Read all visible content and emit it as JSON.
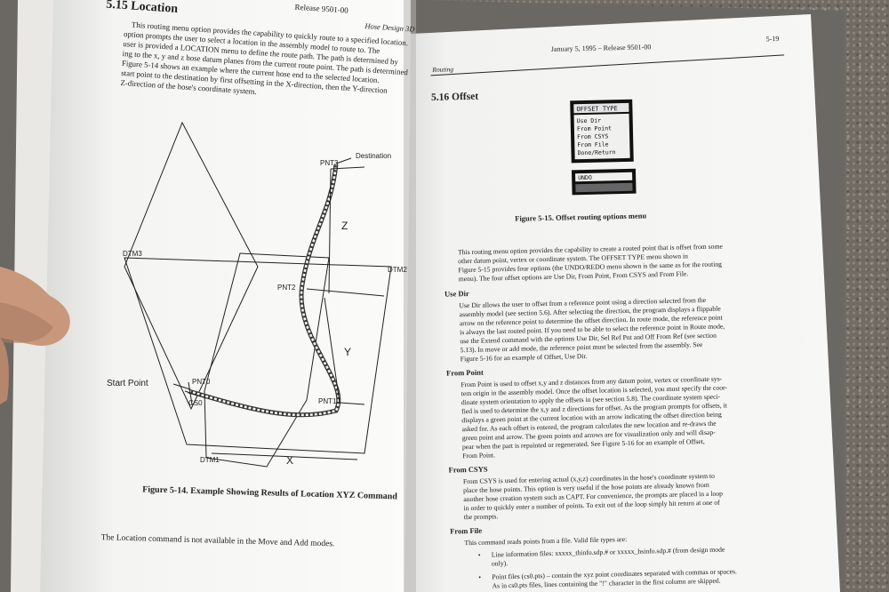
{
  "left_page": {
    "header_release": "Release 9501-00",
    "header_title": "Hose Design 3D",
    "section_title": "5.15 Location",
    "intro": [
      "This routing menu option provides the capability to quickly route to a specified location.",
      "option prompts the user to select a location in the assembly model to route to. The",
      "user is provided a LOCATION menu to define the route path. The path is determined by",
      "ing to the x, y and z hose datum planes from the current route point. The path is determined",
      "Figure 5-14 shows an example where the current hose end to the selected location.",
      "start point to the destination by first offsetting in the X-direction, then the Y-direction",
      "Z-direction of the hose's coordinate system."
    ],
    "figure_labels": {
      "destination": "Destination",
      "pnt3": "PNT3",
      "pnt2": "PNT2",
      "pnt1": "PNT1",
      "pnt0": "PNT0",
      "cs0": "CS0",
      "dtm1": "DTM1",
      "dtm2": "DTM2",
      "dtm3": "DTM3",
      "start_point": "Start Point",
      "x": "X",
      "y": "Y",
      "z": "Z"
    },
    "figure_caption": "Figure 5-14.  Example Showing Results of Location XYZ Command",
    "footer_note": "The Location command is not available in the Move and Add modes."
  },
  "right_page": {
    "header_date": "January 5, 1995  –  Release 9501-00",
    "header_page": "5-19",
    "header_section": "Routing",
    "section_title": "5.16 Offset",
    "menu": {
      "title": "OFFSET TYPE",
      "items": [
        "Use Dir",
        "From Point",
        "From CSYS",
        "From File",
        "Done/Return"
      ],
      "undo": "UNDO"
    },
    "figure_caption": "Figure 5-15.  Offset routing options menu",
    "intro": [
      "This routing menu option provides the capability to create a routed point that is offset from some",
      "other datum point, vertex or coordinate system. The OFFSET TYPE menu shown in",
      "Figure 5-15 provides four options (the UNDO/REDO menu shown is the same as for the routing",
      "menu). The four offset options are Use Dir, From Point, From CSYS and From File."
    ],
    "sections": [
      {
        "heading": "Use Dir",
        "lines": [
          "Use Dir allows the user to offset from a reference point using a direction selected from the",
          "assembly model (see section 5.6). After selecting the direction, the program displays a flippable",
          "arrow on the reference point to determine the offset direction. In route mode, the reference point",
          "is always the last routed point. If you need to be able to select the reference point in Route mode,",
          "use the Extend command with the options Use Dir, Sel Ref Pnt and Off From Ref (see section",
          "5.13). In move or add mode, the reference point must be selected from the assembly. See",
          "Figure 5-16 for an example of Offset, Use Dir."
        ]
      },
      {
        "heading": "From Point",
        "lines": [
          "From Point is used to offset x,y and z distances from any datum point, vertex or coordinate sys-",
          "tem origin in the assembly model. Once the offset location is selected, you must specify the coor-",
          "dinate system orientation to apply the offsets in (see section 5.8). The coordinate system speci-",
          "fied is used to determine the x,y and z directions for offset. As the program prompts for offsets, it",
          "displays a green point at the current location with an arrow indicating the offset direction being",
          "asked for. As each offset is entered, the program calculates the new location and re-draws the",
          "green point and arrow. The green points and arrows are for visualization only and will disap-",
          "pear when the part is repainted or regenerated. See Figure 5-16 for an example of Offset,",
          "From Point."
        ]
      },
      {
        "heading": "From CSYS",
        "lines": [
          "From CSYS is used for entering actual (x,y,z) coordinates in the hose's coordinate system to",
          "place the hose points. This option is very useful if the hose points are already known from",
          "another hose creation system such as CAPT. For convenience, the prompts are placed in a loop",
          "in order to quickly enter a number of points. To exit out of the loop simply hit return at one of",
          "the prompts."
        ]
      },
      {
        "heading": "From File",
        "lines": [
          "This command reads points from a file. Valid file types are:"
        ]
      }
    ],
    "bullets": [
      "Line information files:  xxxxx_thinfo.sdp.# or xxxxx_hsinfo.sdp.# (from design mode",
      "only).",
      "Point files (cs0.pts) – contain the xyz point coordinates separated with commas or spaces.",
      "As in cs0.pts files, lines containing the \"!\" character in the first column are skipped."
    ]
  }
}
